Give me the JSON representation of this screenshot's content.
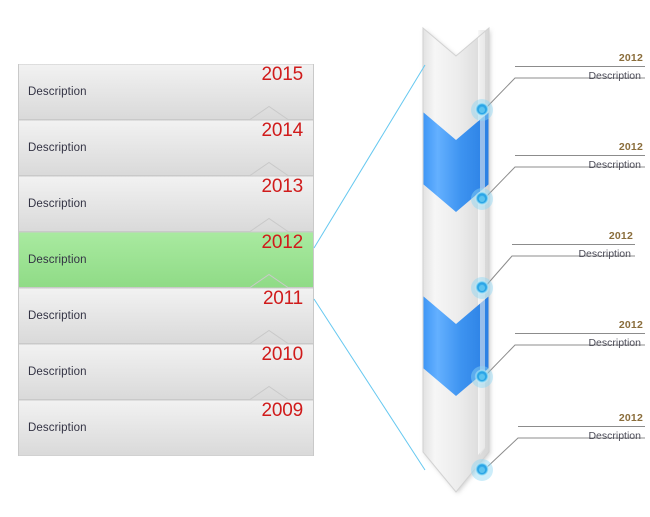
{
  "meta": {
    "title": "Vertical chevron timeline infographic",
    "background": "#ffffff"
  },
  "colors": {
    "year_red": "#d01b1b",
    "callout_year_brown": "#8a6d3b",
    "description_text": "#333344",
    "callout_description_text": "#4b4b57",
    "row_gray_top": "#f2f2f2",
    "row_gray_bottom": "#d9d9d9",
    "row_highlight_top": "#a9eaa0",
    "row_highlight_bottom": "#8fdb86",
    "row_border": "#c9c9c9",
    "ribbon_gray_light": "#f4f4f4",
    "ribbon_gray_dark": "#dcdcdc",
    "ribbon_blue_light": "#5aa9ff",
    "ribbon_blue_dark": "#2a82e8",
    "marker_core": "#29a3e8",
    "marker_halo": "#9fd9f6",
    "connector_line": "#66c8f0",
    "leader_line": "#8c8c8c"
  },
  "left_panel": {
    "name": "timeline-year-list",
    "rows": [
      {
        "year": "2015",
        "description": "Description",
        "active": false
      },
      {
        "year": "2014",
        "description": "Description",
        "active": false
      },
      {
        "year": "2013",
        "description": "Description",
        "active": false
      },
      {
        "year": "2012",
        "description": "Description",
        "active": true
      },
      {
        "year": "2011",
        "description": "Description",
        "active": false
      },
      {
        "year": "2010",
        "description": "Description",
        "active": false
      },
      {
        "year": "2009",
        "description": "Description",
        "active": false
      }
    ]
  },
  "right_panel": {
    "name": "detail-chevron-ribbon",
    "callouts": [
      {
        "year": "2012",
        "description": "Description"
      },
      {
        "year": "2012",
        "description": "Description"
      },
      {
        "year": "2012",
        "description": "Description"
      },
      {
        "year": "2012",
        "description": "Description"
      },
      {
        "year": "2012",
        "description": "Description"
      }
    ],
    "markers": [
      {
        "label": "milestone-marker-1"
      },
      {
        "label": "milestone-marker-2"
      },
      {
        "label": "milestone-marker-3"
      },
      {
        "label": "milestone-marker-4"
      },
      {
        "label": "milestone-marker-5"
      }
    ]
  }
}
